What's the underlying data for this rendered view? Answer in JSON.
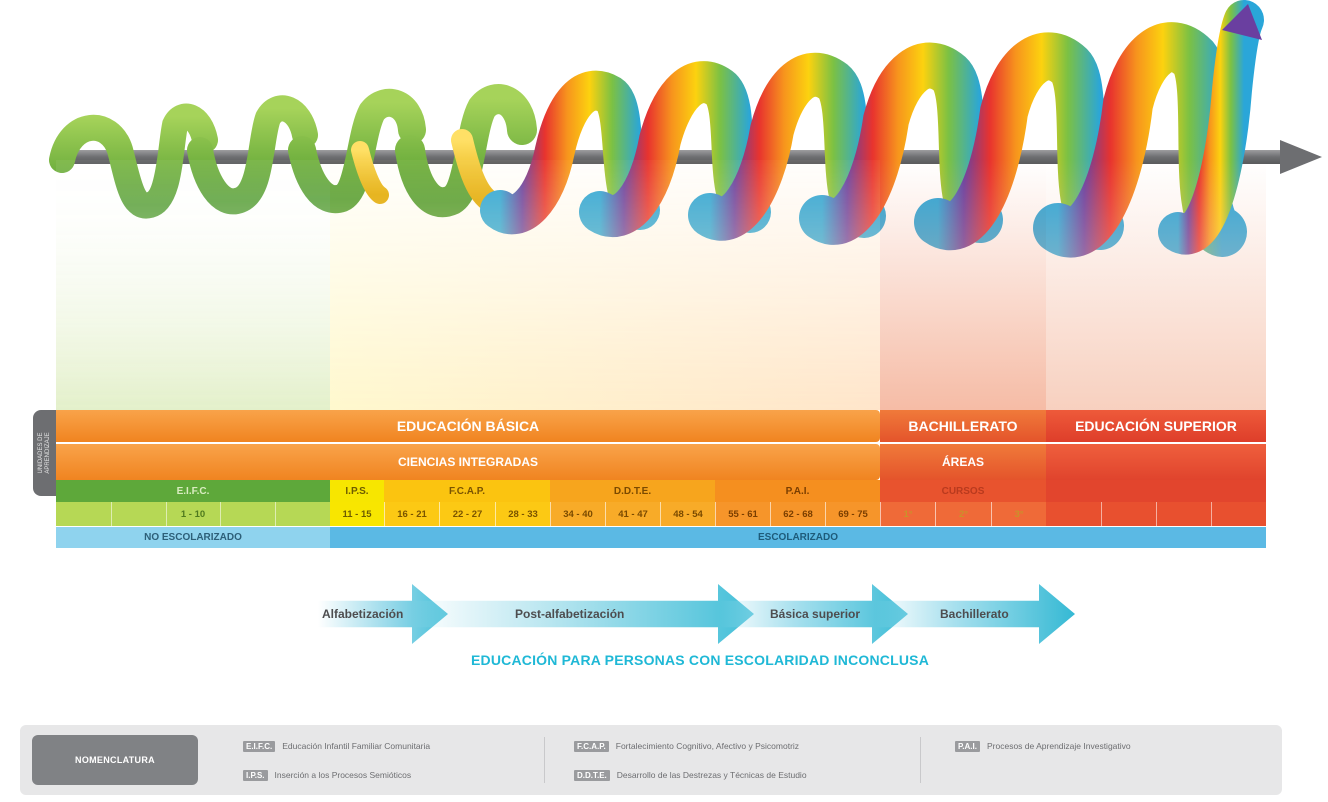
{
  "side_tab_label": "UNIDADES DE\nAPRENDIZAJE",
  "rows": {
    "row1": {
      "basica": "EDUCACIÓN BÁSICA",
      "bachillerato": "BACHILLERATO",
      "superior": "EDUCACIÓN SUPERIOR"
    },
    "row2": {
      "ciencias": "CIENCIAS INTEGRADAS",
      "areas": "ÁREAS"
    },
    "row3": {
      "eifc": "E.I.F.C.",
      "ips": "I.P.S.",
      "fcap": "F.C.A.P.",
      "ddte": "D.D.T.E.",
      "pai": "P.A.I.",
      "cursos": "CURSOS"
    },
    "row4": {
      "ranges": [
        "1 - 10",
        "11 - 15",
        "16 - 21",
        "22 - 27",
        "28 - 33",
        "34 - 40",
        "41 - 47",
        "48 - 54",
        "55 - 61",
        "62 - 68",
        "69 - 75"
      ],
      "courses": [
        "1°",
        "2°",
        "3°"
      ]
    },
    "row5": {
      "no_escolarizado": "NO ESCOLARIZADO",
      "escolarizado": "ESCOLARIZADO"
    }
  },
  "arrows": [
    {
      "label": "Alfabetización"
    },
    {
      "label": "Post-alfabetización"
    },
    {
      "label": "Básica superior"
    },
    {
      "label": "Bachillerato"
    }
  ],
  "bottom_title": "EDUCACIÓN PARA PERSONAS CON ESCOLARIDAD INCONCLUSA",
  "legend": {
    "title": "NOMENCLATURA",
    "items": [
      {
        "abbr": "E.I.F.C.",
        "desc": "Educación Infantil Familiar Comunitaria"
      },
      {
        "abbr": "I.P.S.",
        "desc": "Inserción a los Procesos Semióticos"
      },
      {
        "abbr": "F.C.A.P.",
        "desc": "Fortalecimiento Cognitivo, Afectivo y Psicomotriz"
      },
      {
        "abbr": "D.D.T.E.",
        "desc": "Desarrollo de las Destrezas y Técnicas de Estudio"
      },
      {
        "abbr": "P.A.I.",
        "desc": "Procesos de Aprendizaje Investigativo"
      }
    ]
  },
  "colors": {
    "green": "#8cc63f",
    "green_dark": "#5ea83a",
    "yellow": "#f7c600",
    "orange": "#f7941d",
    "orange_dark": "#ef7f1a",
    "red": "#e8532e",
    "blue": "#5bc2e7",
    "cyan": "#1fb8d6",
    "gray": "#6d6e71"
  }
}
